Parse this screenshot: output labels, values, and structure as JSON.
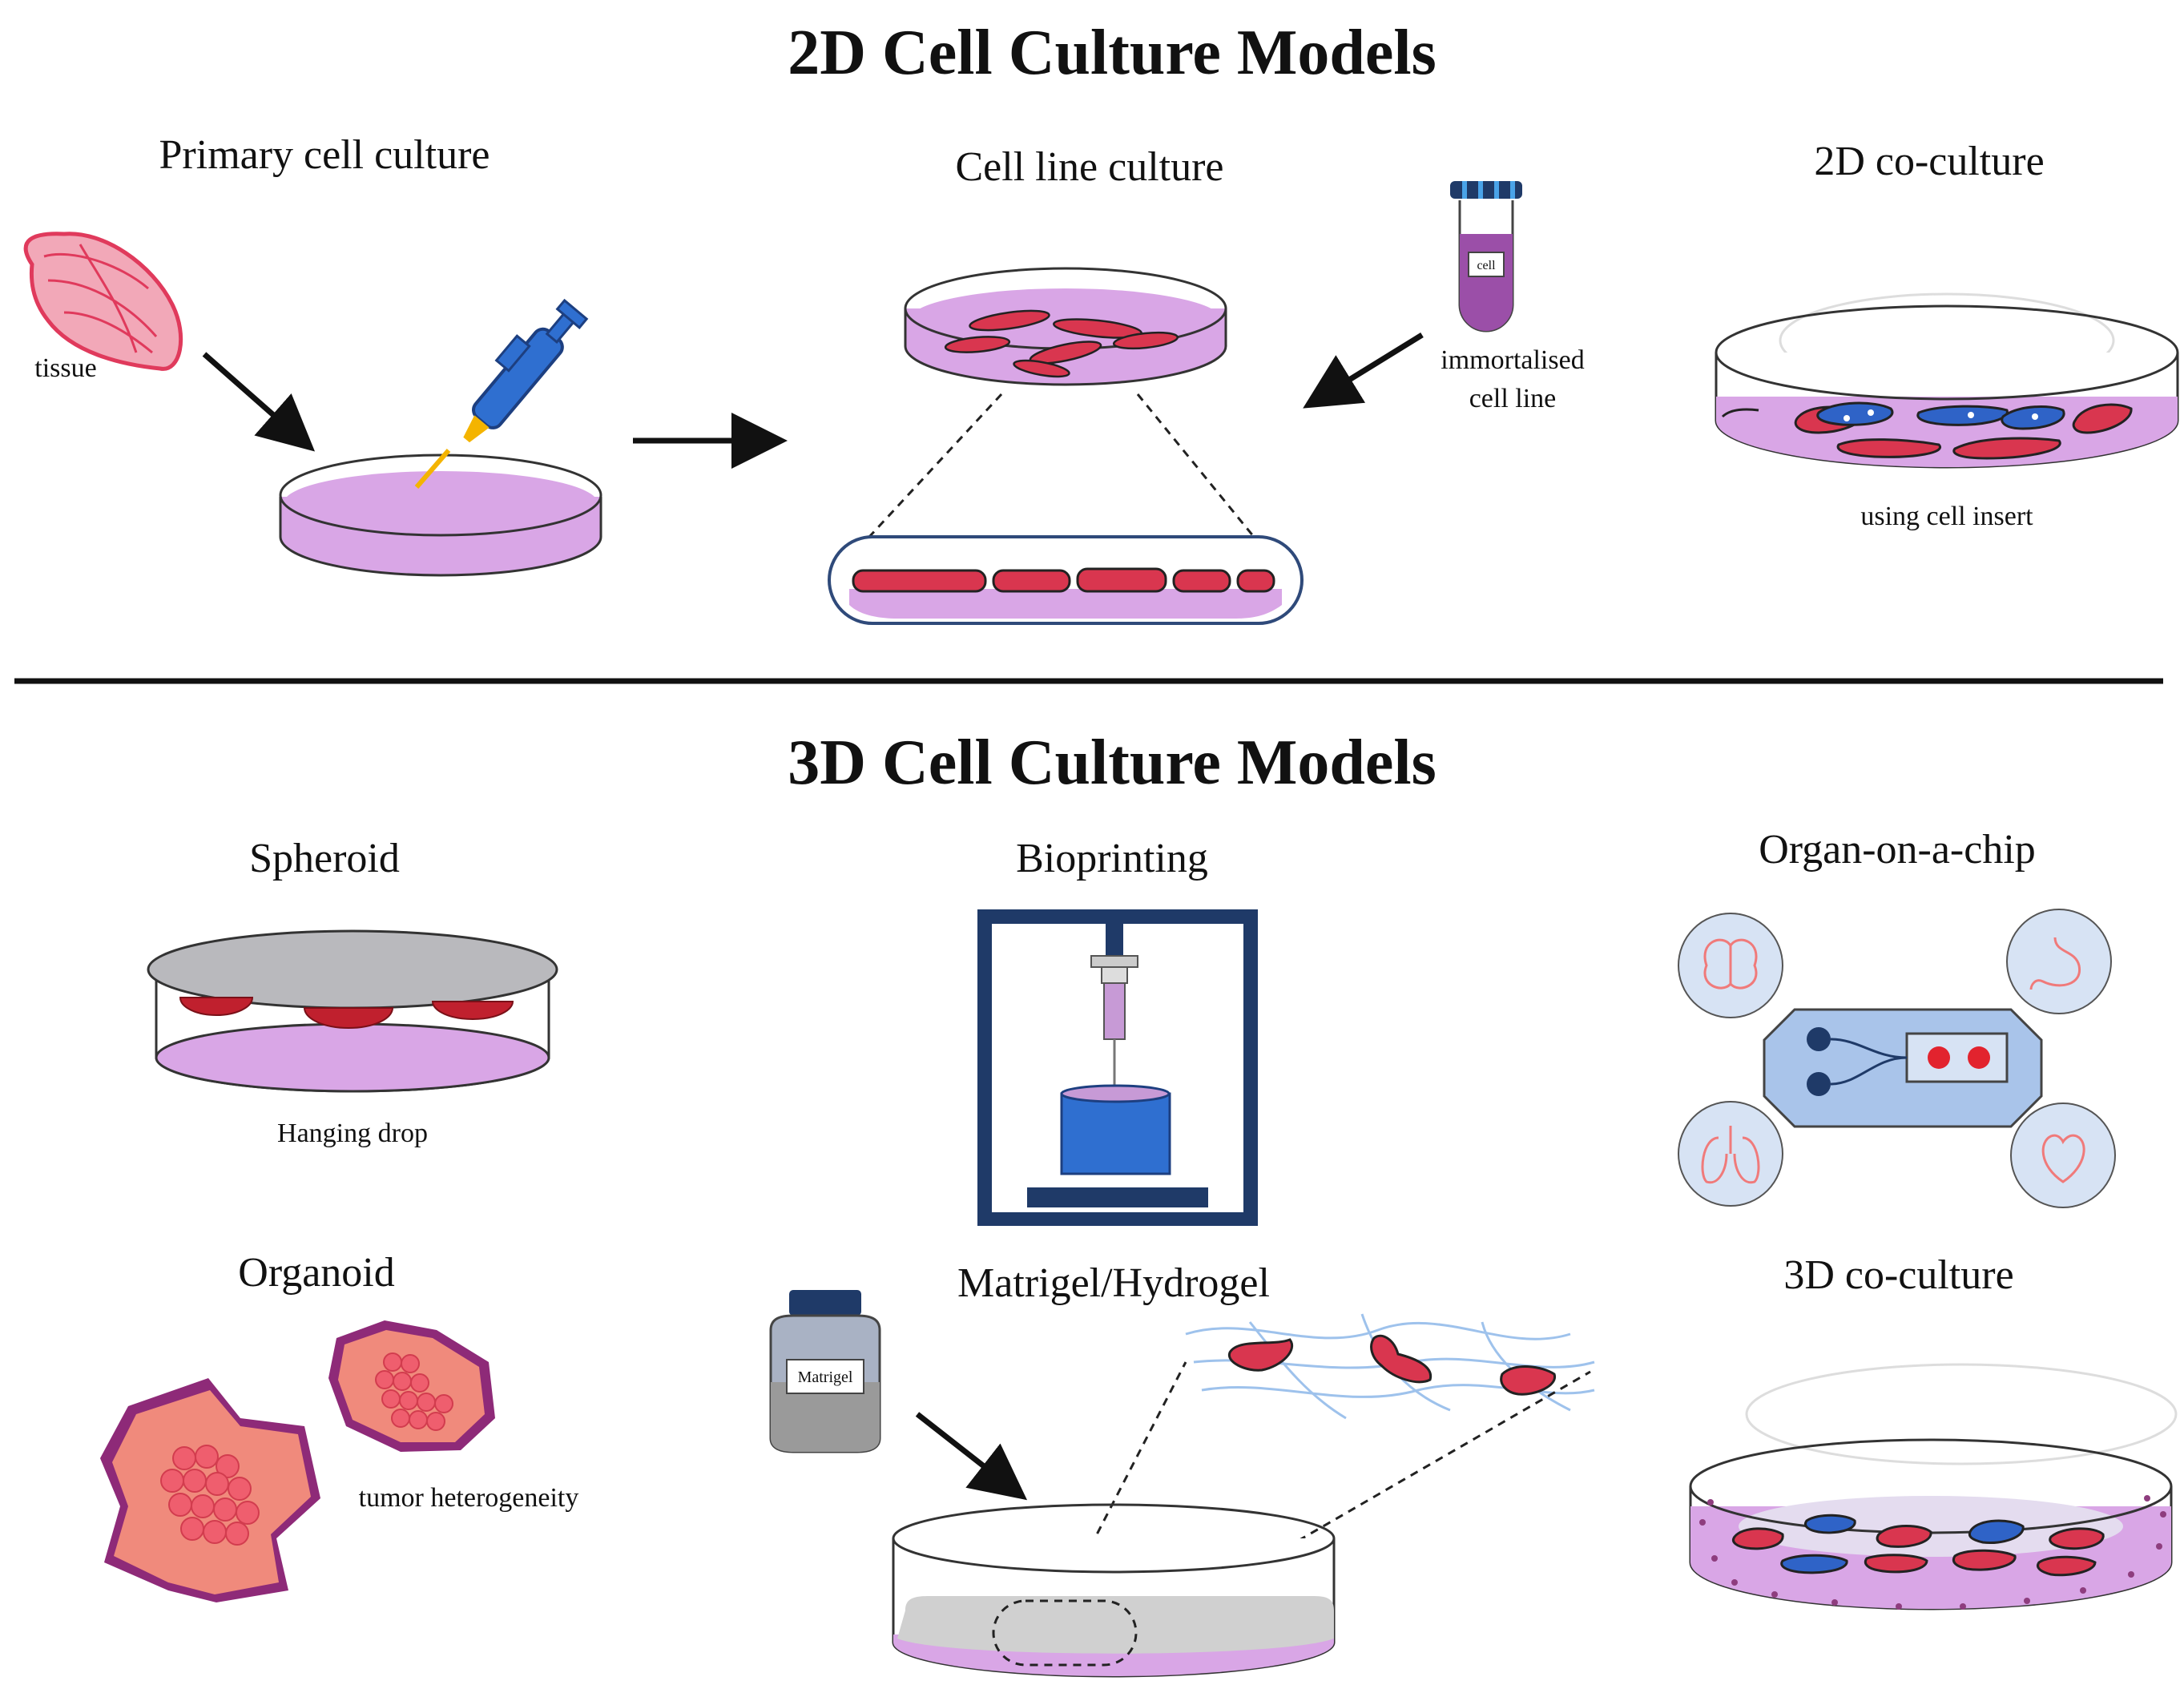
{
  "section_2d": {
    "title": "2D Cell Culture Models",
    "primary": {
      "title": "Primary cell culture",
      "tissue_label": "tissue"
    },
    "cell_line": {
      "title": "Cell line culture",
      "source_label_line1": "immortalised",
      "source_label_line2": "cell line",
      "tube_label": "cell"
    },
    "coculture": {
      "title": "2D co-culture",
      "caption": "using cell insert"
    }
  },
  "section_3d": {
    "title": "3D Cell Culture Models",
    "spheroid": {
      "title": "Spheroid",
      "caption": "Hanging drop"
    },
    "bioprinting": {
      "title": "Bioprinting"
    },
    "organ_chip": {
      "title": "Organ-on-a-chip"
    },
    "organoid": {
      "title": "Organoid",
      "caption": "tumor heterogeneity"
    },
    "matrigel": {
      "title": "Matrigel/Hydrogel",
      "jar_label": "Matrigel"
    },
    "coculture": {
      "title": "3D co-culture"
    }
  },
  "colors": {
    "medium": "#d9a6e6",
    "medium_dark": "#b777c9",
    "cell_red": "#d9364f",
    "cell_blue": "#2f63c7",
    "pipette_blue": "#2f6fd0",
    "printer_navy": "#1f3a68",
    "chip_blue": "#a9c4ea",
    "circle_fill": "#d7e3f4",
    "tissue": "#e85a78",
    "organoid": "#f08a7c"
  }
}
